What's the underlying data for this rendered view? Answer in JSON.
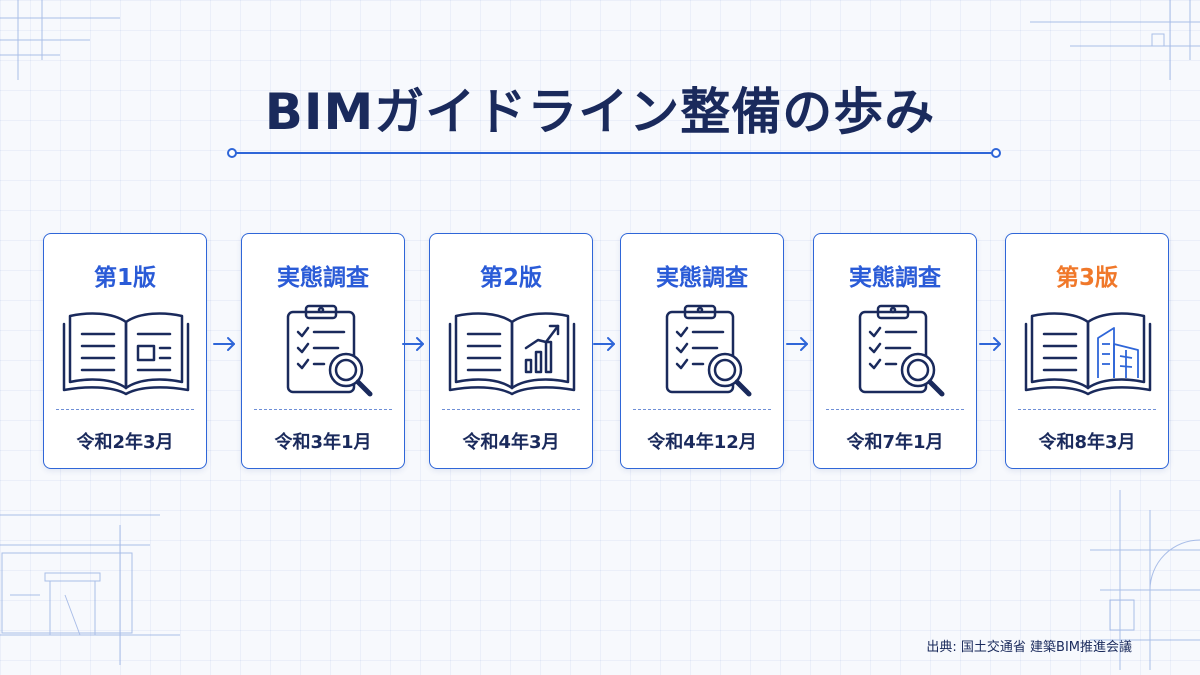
{
  "title": "BIMガイドライン整備の歩み",
  "colors": {
    "primary": "#2a5bd7",
    "accent": "#f0782a",
    "navy": "#1a2a5c"
  },
  "steps": [
    {
      "label": "第1版",
      "date": "令和2年3月",
      "icon": "open-book-icon"
    },
    {
      "label": "実態調査",
      "date": "令和3年1月",
      "icon": "clipboard-magnifier-icon"
    },
    {
      "label": "第2版",
      "date": "令和4年3月",
      "icon": "book-chart-icon"
    },
    {
      "label": "実態調査",
      "date": "令和4年12月",
      "icon": "clipboard-magnifier-icon"
    },
    {
      "label": "実態調査",
      "date": "令和7年1月",
      "icon": "clipboard-magnifier-icon"
    },
    {
      "label": "第3版",
      "date": "令和8年3月",
      "icon": "book-building-icon"
    }
  ],
  "source": "出典: 国土交通省 建築BIM推進会議"
}
